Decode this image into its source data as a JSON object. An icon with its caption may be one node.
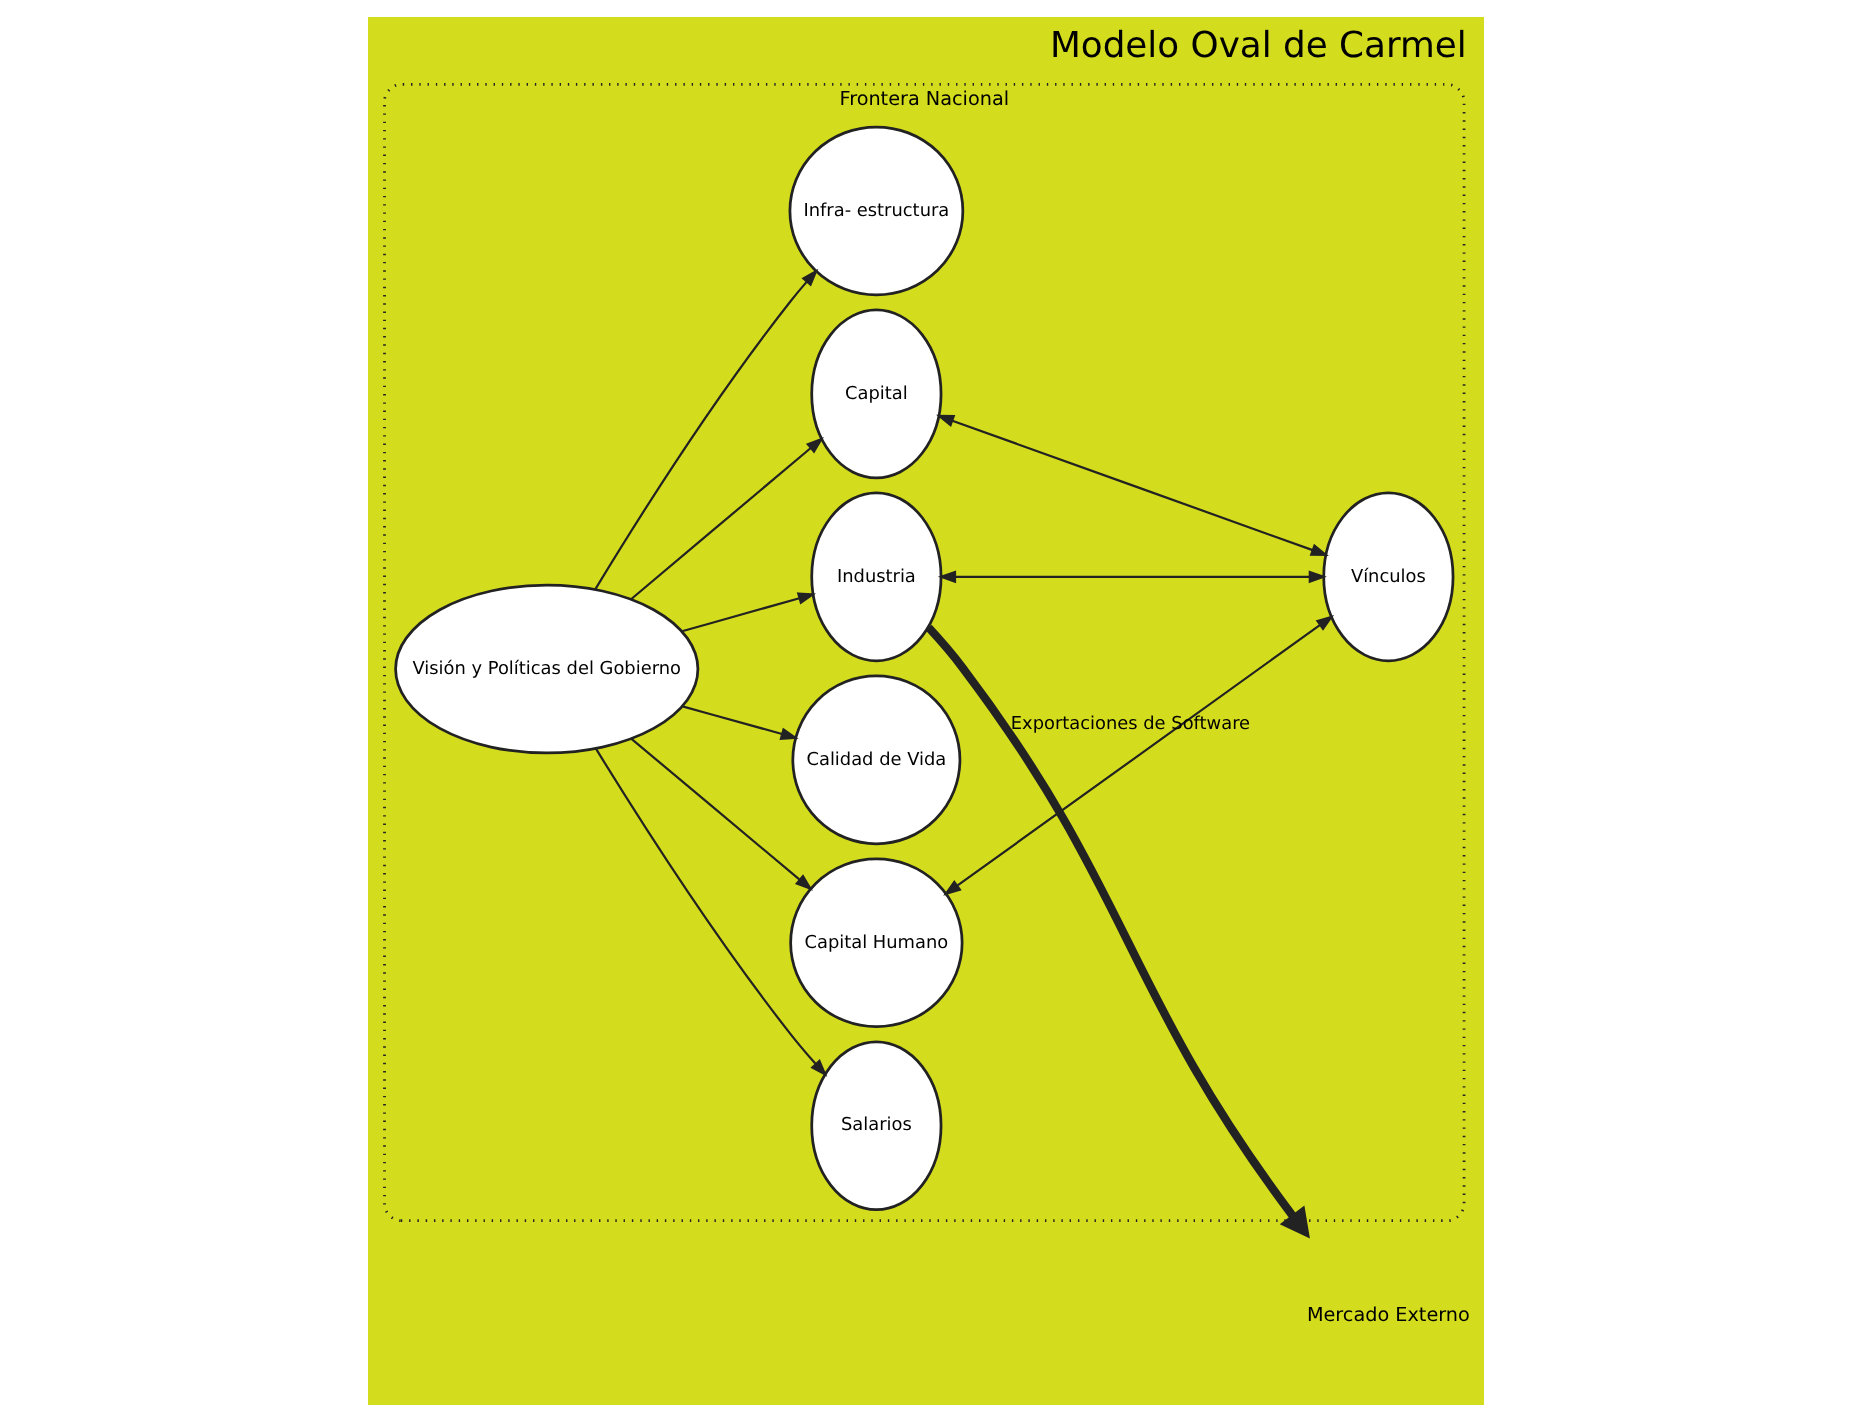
{
  "diagram": {
    "title": "Modelo Oval de Carmel",
    "nodes": [
      {
        "text": [
          "Frontera Nacional"
        ]
      },
      {
        "text": [
          "Visión y Políticas del Gobierno"
        ],
        "in": 0
      },
      {
        "text": [
          "Salarios"
        ],
        "in": 0
      },
      {
        "text": [
          "Capital Humano"
        ],
        "in": 0
      },
      {
        "text": [
          "Calidad de Vida"
        ],
        "in": 0
      },
      {
        "text": [
          "Industria"
        ],
        "in": 0
      },
      {
        "text": [
          "Capital"
        ],
        "in": 0
      },
      {
        "text": [
          "Infra- estructura"
        ],
        "in": 0
      },
      {
        "text": [
          "Vínculos"
        ],
        "in": 0
      },
      {
        "text": [
          "Mercado Externo"
        ]
      }
    ],
    "edges": [
      {
        "from": 1,
        "to": 2,
        "arrow": "to"
      },
      {
        "from": 1,
        "to": 3,
        "arrow": "to"
      },
      {
        "from": 1,
        "to": 4,
        "arrow": "to"
      },
      {
        "from": 1,
        "to": 5,
        "arrow": "to"
      },
      {
        "from": 1,
        "to": 6,
        "arrow": "to"
      },
      {
        "from": 1,
        "to": 7,
        "arrow": "to"
      },
      {
        "from": 3,
        "to": 8,
        "arrow": "both"
      },
      {
        "from": 5,
        "to": 8,
        "arrow": "both"
      },
      {
        "from": 6,
        "to": 8,
        "arrow": "both"
      },
      {
        "from": 5,
        "to": 9,
        "arrow": "to",
        "label": "Exportaciones de Software",
        "style": "thick"
      }
    ]
  }
}
